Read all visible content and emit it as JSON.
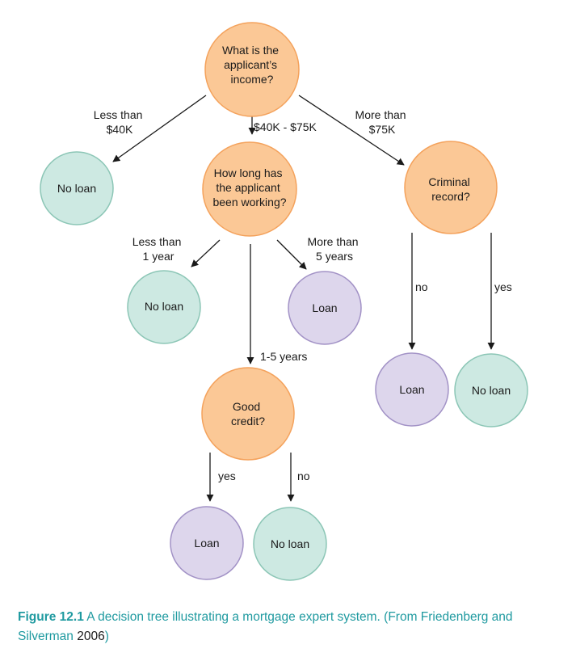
{
  "colors": {
    "decision_fill": "#fbc896",
    "decision_stroke": "#f4a25c",
    "outcome_no_fill": "#cde9e2",
    "outcome_no_stroke": "#8cc6b6",
    "outcome_yes_fill": "#ddd6ec",
    "outcome_yes_stroke": "#a292c6",
    "caption": "#1f9aa0"
  },
  "nodes": {
    "income": {
      "lines": [
        "What is the",
        "applicant’s",
        "income?"
      ]
    },
    "working": {
      "lines": [
        "How long has",
        "the applicant",
        "been working?"
      ]
    },
    "criminal": {
      "lines": [
        "Criminal",
        "record?"
      ]
    },
    "credit": {
      "lines": [
        "Good",
        "credit?"
      ]
    },
    "noloan_low": {
      "lines": [
        "No loan"
      ]
    },
    "noloan_short": {
      "lines": [
        "No loan"
      ]
    },
    "loan_long": {
      "lines": [
        "Loan"
      ]
    },
    "loan_clean": {
      "lines": [
        "Loan"
      ]
    },
    "noloan_record": {
      "lines": [
        "No loan"
      ]
    },
    "loan_credit": {
      "lines": [
        "Loan"
      ]
    },
    "noloan_credit": {
      "lines": [
        "No loan"
      ]
    }
  },
  "edges": {
    "less_40k": {
      "lines": [
        "Less than",
        "$40K"
      ]
    },
    "mid_income": {
      "lines": [
        "$40K - $75K"
      ]
    },
    "more_75k": {
      "lines": [
        "More than",
        "$75K"
      ]
    },
    "less_1yr": {
      "lines": [
        "Less than",
        "1 year"
      ]
    },
    "more_5yr": {
      "lines": [
        "More than",
        "5 years"
      ]
    },
    "one_five": {
      "lines": [
        "1-5 years"
      ]
    },
    "crim_no": {
      "lines": [
        "no"
      ]
    },
    "crim_yes": {
      "lines": [
        "yes"
      ]
    },
    "credit_yes": {
      "lines": [
        "yes"
      ]
    },
    "credit_no": {
      "lines": [
        "no"
      ]
    }
  },
  "caption": {
    "label": "Figure 12.1",
    "text": " A decision tree illustrating a mortgage expert system. (From Friedenberg and Silverman ",
    "year": "2006",
    "close": ")"
  }
}
